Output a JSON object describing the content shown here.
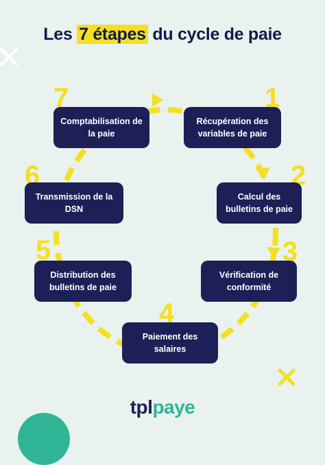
{
  "title": {
    "before": "Les ",
    "highlight": "7 étapes",
    "after": " du cycle de paie"
  },
  "steps": [
    {
      "number": "1",
      "label": "Récupération des variables de paie"
    },
    {
      "number": "2",
      "label": "Calcul des bulletins de paie"
    },
    {
      "number": "3",
      "label": "Vérification de conformité"
    },
    {
      "number": "4",
      "label": "Paiement des salaires"
    },
    {
      "number": "5",
      "label": "Distribution des bulletins de paie"
    },
    {
      "number": "6",
      "label": "Transmission de la DSN"
    },
    {
      "number": "7",
      "label": "Comptabilisation de la paie"
    }
  ],
  "brand": {
    "part1": "tpl",
    "part2": "paye"
  },
  "colors": {
    "background": "#e9f2ee",
    "navy": "#1c2057",
    "yellow": "#f4df21",
    "teal": "#2fb595",
    "deco_x_outline": "#ffffff",
    "deco_x_solid": "#f4df21"
  },
  "icons": [
    "x-outline-icon",
    "x-solid-icon",
    "arrow-icon"
  ]
}
